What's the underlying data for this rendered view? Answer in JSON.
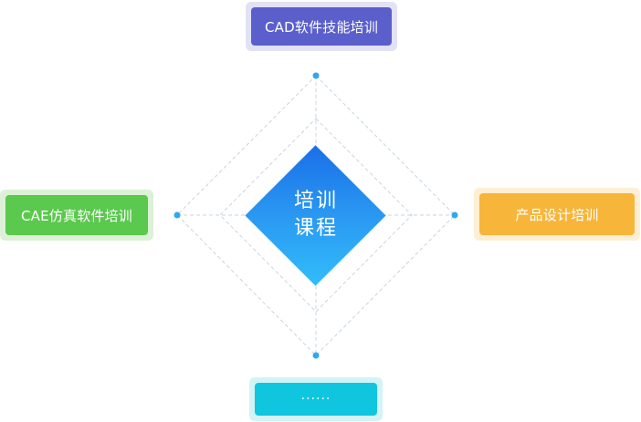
{
  "center": {
    "line1": "培训",
    "line2": "课程"
  },
  "tags": {
    "top": "CAD软件技能培训",
    "left": "CAE仿真软件培训",
    "right": "产品设计培训",
    "bottom": "······"
  },
  "colors": {
    "top": "#5b5fcb",
    "left": "#5bc84e",
    "right": "#f7b53a",
    "bottom": "#0fc6de",
    "dot": "#2fa8f0",
    "diamond": [
      "#1a6fe8",
      "#31bdfa"
    ]
  }
}
